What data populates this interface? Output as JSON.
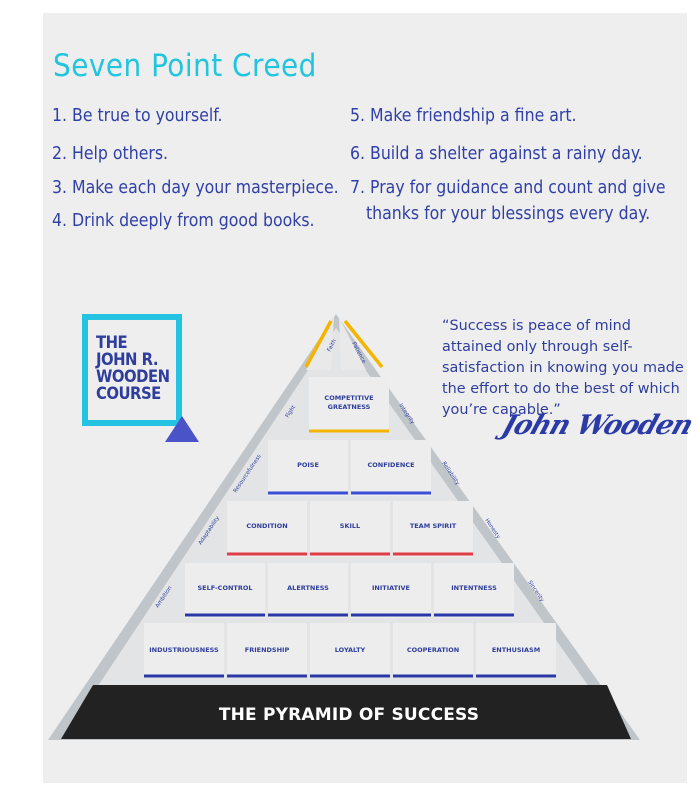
{
  "creed": {
    "title": "Seven Point Creed",
    "items_left": [
      "1. Be true to yourself.",
      "2. Help others.",
      "3. Make each day your masterpiece.",
      "4. Drink deeply from good books."
    ],
    "items_right": [
      "5. Make friendship a fine art.",
      "6. Build a shelter against a rainy day.",
      "7. Pray for guidance and count and give",
      "thanks for your blessings every day."
    ]
  },
  "logo": {
    "lines": [
      "THE",
      "JOHN R.",
      "WOODEN",
      "COURSE"
    ]
  },
  "quote": {
    "text": "“Success is peace of mind attained only through self-satisfaction in knowing you made the effort to do the best of which you’re capable.”",
    "signature": "John Wooden"
  },
  "pyramid": {
    "title": "THE PYRAMID OF SUCCESS",
    "colors": {
      "row1": "#2b37a6",
      "row2": "#e03c47",
      "row3": "#3b4fd6",
      "row4": "#f4b400",
      "apex": "#f4b400",
      "slope": "#b9c0c5",
      "base_bar": "#222222"
    },
    "rows": [
      [
        "INDUSTRIOUSNESS",
        "FRIENDSHIP",
        "LOYALTY",
        "COOPERATION",
        "ENTHUSIASM"
      ],
      [
        "SELF-CONTROL",
        "ALERTNESS",
        "INITIATIVE",
        "INTENTNESS"
      ],
      [
        "CONDITION",
        "SKILL",
        "TEAM SPIRIT"
      ],
      [
        "POISE",
        "CONFIDENCE"
      ],
      [
        "COMPETITIVE",
        "GREATNESS"
      ]
    ],
    "left_side": [
      "Ambition",
      "Adaptability",
      "Resourcefulness",
      "Fight",
      "Faith"
    ],
    "right_side": [
      "Sincerity",
      "Honesty",
      "Reliability",
      "Integrity",
      "Patience"
    ]
  }
}
